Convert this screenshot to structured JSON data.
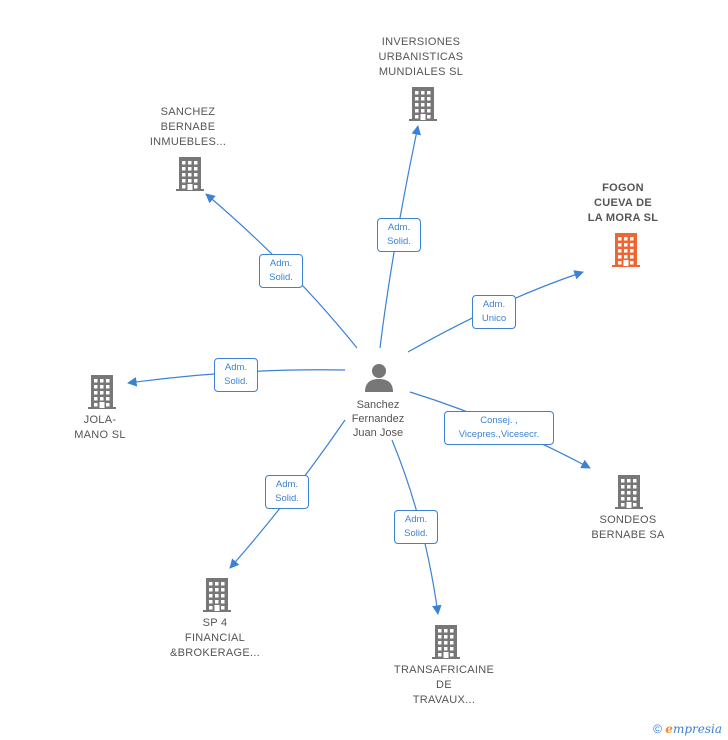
{
  "center": {
    "name_lines": [
      "Sanchez",
      "Fernandez",
      "Juan Jose"
    ],
    "icon": "person-icon"
  },
  "companies": [
    {
      "id": "inversiones",
      "lines": [
        "INVERSIONES",
        "URBANISTICAS",
        "MUNDIALES SL"
      ],
      "icon": "building-icon",
      "color": "#777777"
    },
    {
      "id": "sanchez-bernabe",
      "lines": [
        "SANCHEZ",
        "BERNABE",
        "INMUEBLES..."
      ],
      "icon": "building-icon",
      "color": "#777777"
    },
    {
      "id": "fogon",
      "lines": [
        "FOGON",
        "CUEVA DE",
        "LA MORA  SL"
      ],
      "icon": "building-icon",
      "color": "#f06534"
    },
    {
      "id": "jola",
      "lines": [
        "JOLA-",
        "MANO  SL"
      ],
      "icon": "building-icon",
      "color": "#777777"
    },
    {
      "id": "sondeos",
      "lines": [
        "SONDEOS",
        "BERNABE SA"
      ],
      "icon": "building-icon",
      "color": "#777777"
    },
    {
      "id": "sp4",
      "lines": [
        "SP 4",
        "FINANCIAL",
        "&BROKERAGE..."
      ],
      "icon": "building-icon",
      "color": "#777777"
    },
    {
      "id": "transafricaine",
      "lines": [
        "TRANSAFRICAINE",
        "DE",
        "TRAVAUX..."
      ],
      "icon": "building-icon",
      "color": "#777777"
    }
  ],
  "relations": [
    {
      "target": "inversiones",
      "lines": [
        "Adm.",
        "Solid."
      ]
    },
    {
      "target": "sanchez-bernabe",
      "lines": [
        "Adm.",
        "Solid."
      ]
    },
    {
      "target": "fogon",
      "lines": [
        "Adm.",
        "Unico"
      ]
    },
    {
      "target": "jola",
      "lines": [
        "Adm.",
        "Solid."
      ]
    },
    {
      "target": "sondeos",
      "lines": [
        "Consej. ,",
        "Vicepres.,Vicesecr."
      ]
    },
    {
      "target": "sp4",
      "lines": [
        "Adm.",
        "Solid."
      ]
    },
    {
      "target": "transafricaine",
      "lines": [
        "Adm.",
        "Solid."
      ]
    }
  ],
  "colors": {
    "edge": "#3b82d6",
    "node": "#777777",
    "highlight": "#f06534"
  },
  "footer": {
    "copyright": "©",
    "brand_first": "e",
    "brand_rest": "mpresia"
  }
}
